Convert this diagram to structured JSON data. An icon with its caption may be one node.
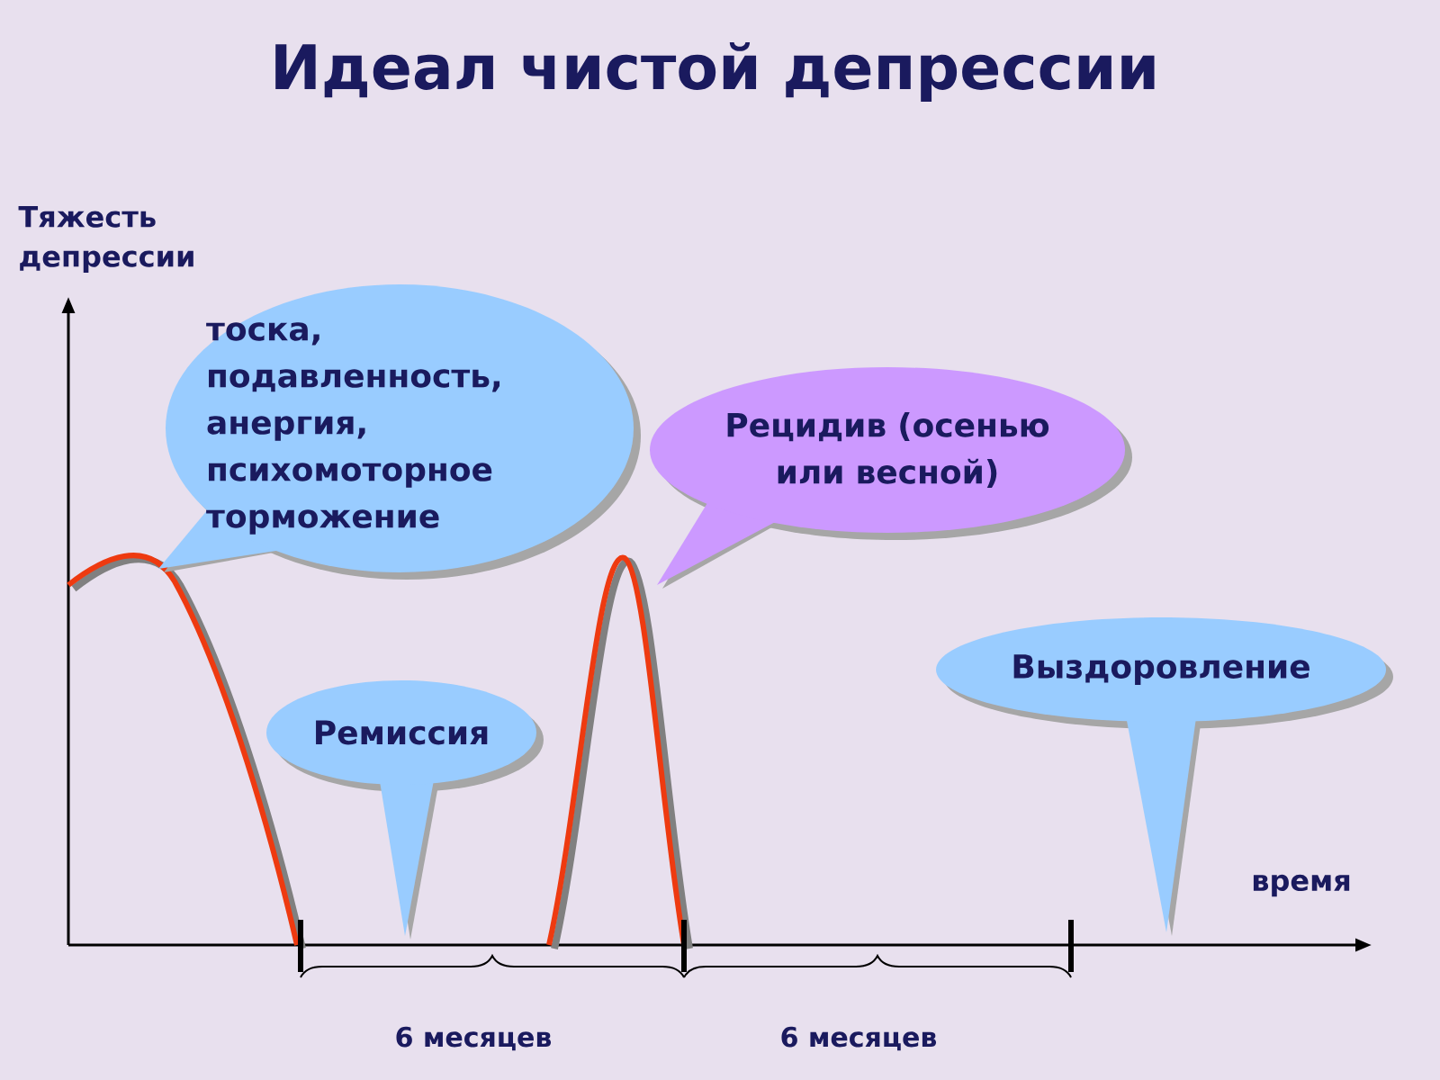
{
  "diagram": {
    "title": "Идеал чистой депрессии",
    "nodes": [
      {
        "text": [
          "тоска, подавленность, анергия, психомоторное торможение"
        ]
      },
      {
        "text": [
          "Рецидив (осенью или весной)"
        ]
      },
      {
        "text": [
          "Ремиссия"
        ]
      },
      {
        "text": [
          "Выздоровление"
        ]
      }
    ],
    "labels": [
      "Тяжесть депрессии",
      "время",
      "6 месяцев",
      "6 месяцев"
    ]
  }
}
